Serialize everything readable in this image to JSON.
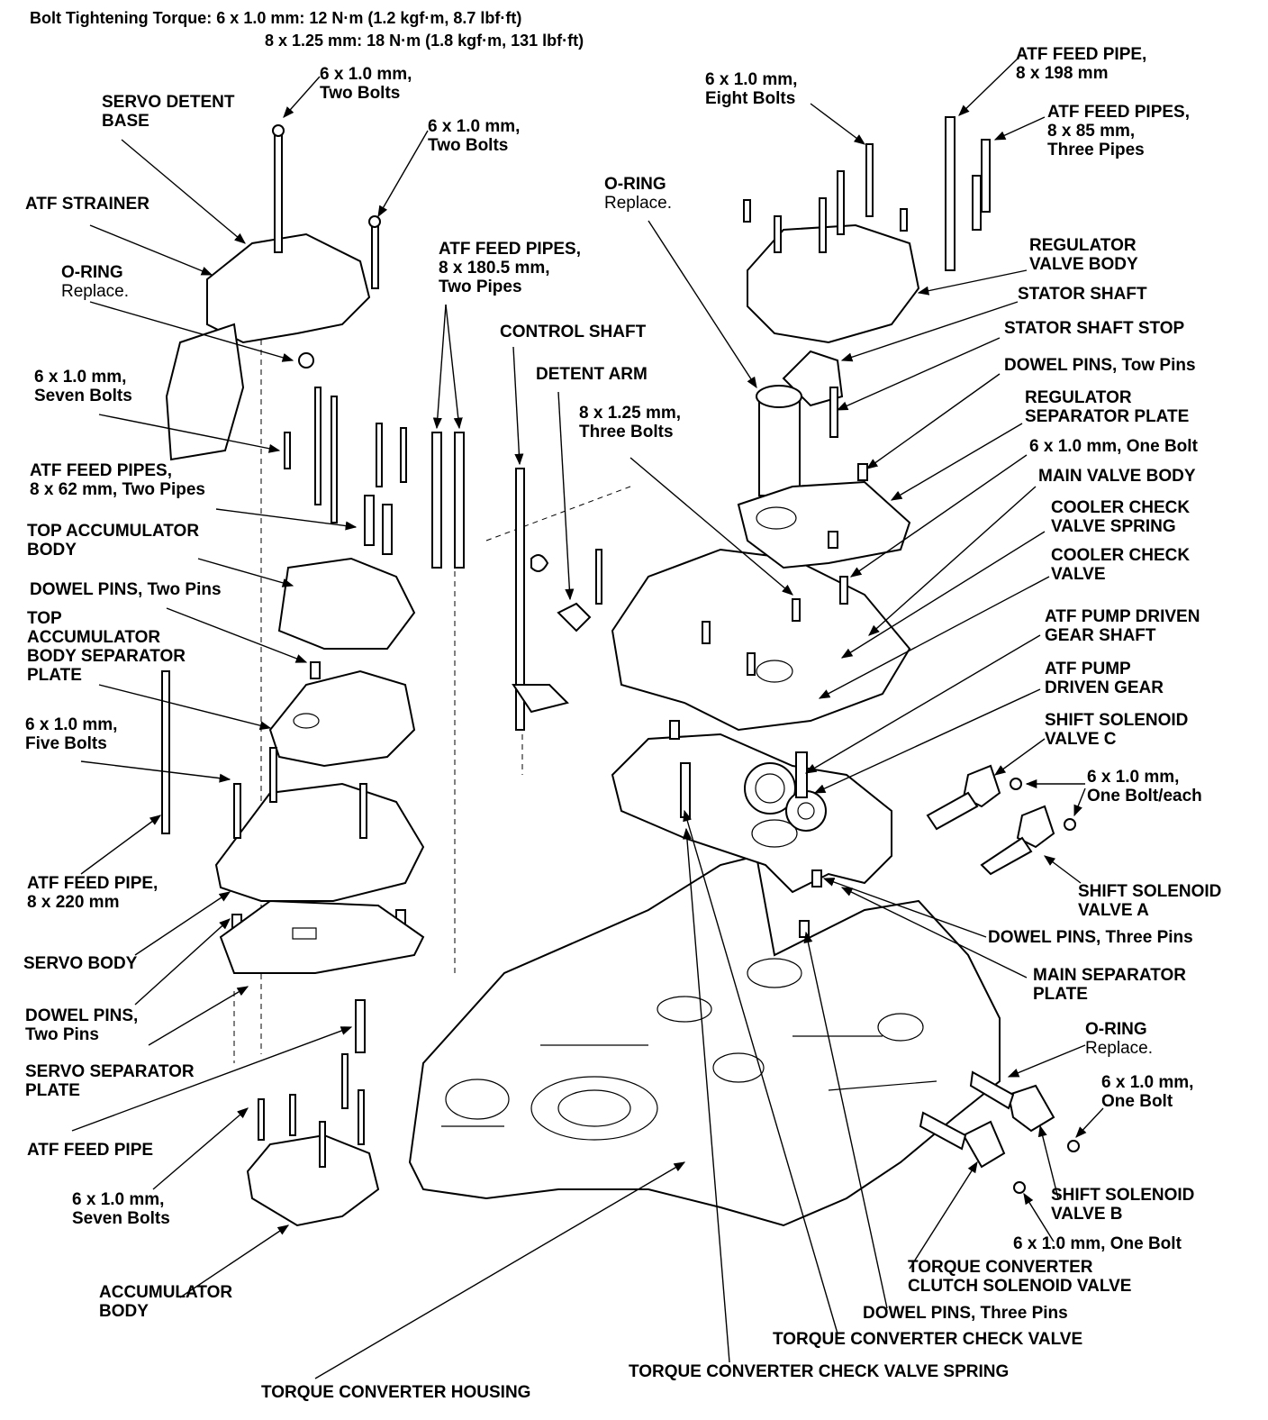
{
  "header": {
    "line1": "Bolt Tightening Torque: 6 x 1.0 mm: 12 N·m (1.2 kgf·m, 8.7 lbf·ft)",
    "line2": "8 x 1.25 mm: 18 N·m (1.8 kgf·m, 131 lbf·ft)"
  },
  "labels": {
    "servo_detent_base_1": "SERVO DETENT",
    "servo_detent_base_2": "BASE",
    "bolts_two_top_1": "6 x 1.0 mm,",
    "bolts_two_top_2": "Two Bolts",
    "bolts_two_mid_1": "6 x 1.0 mm,",
    "bolts_two_mid_2": "Two Bolts",
    "atf_strainer": "ATF STRAINER",
    "oring_left_1": "O-RING",
    "oring_left_2": "Replace.",
    "bolts_seven_1": "6 x 1.0 mm,",
    "bolts_seven_2": "Seven Bolts",
    "feed_pipes_62_1": "ATF FEED PIPES,",
    "feed_pipes_62_2": "8 x 62 mm, Two Pipes",
    "top_acc_body_1": "TOP ACCUMULATOR",
    "top_acc_body_2": "BODY",
    "dowel_two_1": "DOWEL PINS, Two Pins",
    "top_acc_sep_1": "TOP",
    "top_acc_sep_2": "ACCUMULATOR",
    "top_acc_sep_3": "BODY SEPARATOR",
    "top_acc_sep_4": "PLATE",
    "bolts_five_1": "6 x 1.0 mm,",
    "bolts_five_2": "Five Bolts",
    "feed_pipe_220_1": "ATF FEED PIPE,",
    "feed_pipe_220_2": "8 x 220 mm",
    "servo_body": "SERVO BODY",
    "dowel_two_2a": "DOWEL PINS,",
    "dowel_two_2b": "Two Pins",
    "servo_sep_1": "SERVO SEPARATOR",
    "servo_sep_2": "PLATE",
    "atf_feed_pipe": "ATF FEED PIPE",
    "bolts_seven_b_1": "6 x 1.0 mm,",
    "bolts_seven_b_2": "Seven Bolts",
    "acc_body_1": "ACCUMULATOR",
    "acc_body_2": "BODY",
    "tc_housing": "TORQUE CONVERTER HOUSING",
    "feed_pipes_180_1": "ATF FEED PIPES,",
    "feed_pipes_180_2": "8 x 180.5 mm,",
    "feed_pipes_180_3": "Two Pipes",
    "control_shaft": "CONTROL SHAFT",
    "detent_arm": "DETENT ARM",
    "bolts_three_1": "8 x 1.25 mm,",
    "bolts_three_2": "Three Bolts",
    "oring_center_1": "O-RING",
    "oring_center_2": "Replace.",
    "bolts_eight_1": "6 x 1.0 mm,",
    "bolts_eight_2": "Eight Bolts",
    "feed_pipe_198_1": "ATF FEED PIPE,",
    "feed_pipe_198_2": "8 x 198 mm",
    "feed_pipes_85_1": "ATF FEED PIPES,",
    "feed_pipes_85_2": "8 x 85 mm,",
    "feed_pipes_85_3": "Three Pipes",
    "reg_valve_body_1": "REGULATOR",
    "reg_valve_body_2": "VALVE BODY",
    "stator_shaft": "STATOR SHAFT",
    "stator_shaft_stop": "STATOR SHAFT STOP",
    "dowel_tow": "DOWEL PINS, Tow Pins",
    "reg_sep_1": "REGULATOR",
    "reg_sep_2": "SEPARATOR PLATE",
    "bolt_one_a": "6 x 1.0 mm, One Bolt",
    "main_valve_body": "MAIN VALVE BODY",
    "cooler_spring_1": "COOLER CHECK",
    "cooler_spring_2": "VALVE SPRING",
    "cooler_valve_1": "COOLER CHECK",
    "cooler_valve_2": "VALVE",
    "pump_shaft_1": "ATF PUMP DRIVEN",
    "pump_shaft_2": "GEAR SHAFT",
    "pump_gear_1": "ATF PUMP",
    "pump_gear_2": "DRIVEN GEAR",
    "ssv_c_1": "SHIFT SOLENOID",
    "ssv_c_2": "VALVE C",
    "bolt_each_1": "6 x 1.0 mm,",
    "bolt_each_2": "One Bolt/each",
    "ssv_a_1": "SHIFT SOLENOID",
    "ssv_a_2": "VALVE A",
    "dowel_three_a": "DOWEL PINS, Three Pins",
    "main_sep_1": "MAIN SEPARATOR",
    "main_sep_2": "PLATE",
    "oring_right_1": "O-RING",
    "oring_right_2": "Replace.",
    "bolt_one_b_1": "6 x 1.0 mm,",
    "bolt_one_b_2": "One Bolt",
    "ssv_b_1": "SHIFT SOLENOID",
    "ssv_b_2": "VALVE B",
    "bolt_one_c": "6 x 1.0 mm, One Bolt",
    "tc_clutch_1": "TORQUE CONVERTER",
    "tc_clutch_2": "CLUTCH SOLENOID VALVE",
    "dowel_three_b": "DOWEL PINS, Three Pins",
    "tc_check_valve": "TORQUE CONVERTER CHECK VALVE",
    "tc_check_spring": "TORQUE CONVERTER CHECK VALVE SPRING"
  }
}
